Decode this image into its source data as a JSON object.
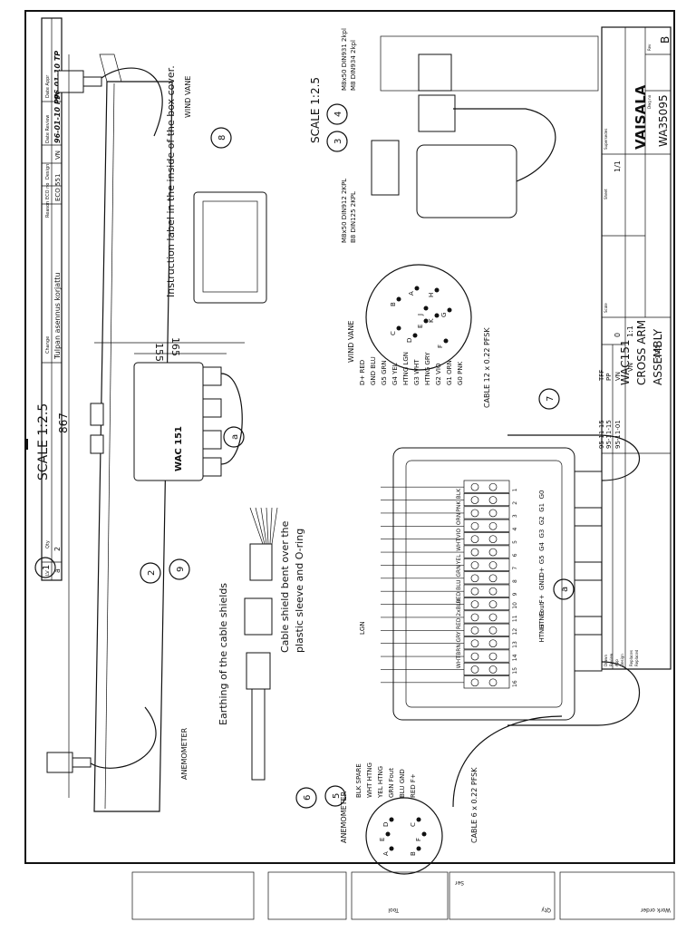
{
  "title_block": {
    "company": "VAISALA",
    "title": "WAC151",
    "subtitle_1": "CROSS ARM",
    "subtitle_2": "ASSEMBLY",
    "drawing_no": "WA35095",
    "rev": "B",
    "sheet": "1/1",
    "scale": "1:1",
    "weight": "0",
    "dates": [
      "95-11-01",
      "95-11-15",
      "95-11-15"
    ],
    "initials": [
      "VN",
      "PP",
      "TFF"
    ],
    "drawn_by": "VN",
    "misc": "1:25",
    "labels": [
      "Drawn",
      "Review",
      "App",
      "Design",
      "Replaces",
      "Replaced",
      "Sheet",
      "Scale",
      "Dwg no",
      "Rev",
      "Supersedes"
    ]
  },
  "revision_block": {
    "headers": [
      "LV",
      "Qty",
      "Change",
      "Reason",
      "ECO no",
      "Design",
      "Date Review",
      "Date Appr"
    ],
    "row": [
      "a",
      "2",
      "Tulpan asennus korjattu",
      "",
      "ECO 551",
      "VN",
      "96-01-10 PP",
      "96-01-10 TP"
    ]
  },
  "views": {
    "main_scale": "SCALE 1:2.5",
    "top_scale": "SCALE 1:2.5",
    "dim_length": "867",
    "dim_width1": "165",
    "dim_width2": "155",
    "wind_vane_label": "WIND VANE",
    "anemometer_label": "ANEMOMETER",
    "box_brand": "WAC 151",
    "instruction_note": "Instruction label in the inside of the box cover.",
    "earthing_note": "Earthing of the cable shields",
    "shield_note_1": "Cable shield bent over the",
    "shield_note_2": "plastic sleeve and O-ring",
    "bolts_1": "M8x50 DIN931 2kpl",
    "bolts_2": "M8 DIN934 2kpl",
    "bolts_3": "M8x50 DIN912 2KPL",
    "bolts_4": "B8 DIN125 2KPL"
  },
  "balloons": [
    "1",
    "2",
    "3",
    "4",
    "5",
    "6",
    "7",
    "8",
    "9",
    "a",
    "a"
  ],
  "wind_vane_connector": {
    "title": "WIND VANE",
    "pins": [
      "A",
      "B",
      "C",
      "D",
      "E",
      "F",
      "G",
      "H",
      "J",
      "K"
    ],
    "wires": [
      "D+ RED",
      "GND BLU",
      "G5 GRN",
      "G4 YEL",
      "HTNG LGN",
      "G3 WHT",
      "HTNG GRY",
      "G2 VIO",
      "G1 ORN",
      "G0 PNK"
    ],
    "cable": "CABLE 12 x 0.22 PFSK"
  },
  "anemometer_connector": {
    "title": "ANEMOMETER",
    "pins": [
      "A",
      "B",
      "C",
      "D",
      "E",
      "F"
    ],
    "wires": [
      "BLK SPARE",
      "WHT HTNG",
      "YEL HTNG",
      "GRN Fout",
      "BLU GND",
      "RED F+"
    ],
    "cable": "CABLE 6 x 0.22 PFSK"
  },
  "terminal_block": {
    "left_colors": [
      "BLK",
      "PNK",
      "ORN",
      "VIO",
      "WHT",
      "YEL",
      "GRN",
      "BLU",
      "RED",
      "2xBLU",
      "RED",
      "GRY",
      "BRN",
      "WHT"
    ],
    "right_signals": [
      "G0",
      "G1",
      "G2",
      "G3",
      "G4",
      "G5",
      "D+",
      "GND",
      "F+",
      "Fout",
      "HTNG",
      "HTNG"
    ],
    "numbers": [
      "1",
      "2",
      "3",
      "4",
      "5",
      "6",
      "7",
      "8",
      "9",
      "10",
      "11",
      "12",
      "13",
      "14",
      "15",
      "16"
    ],
    "lgn_label": "LGN"
  },
  "footer_stamps": [
    "Tool",
    "Qty",
    "Work order",
    "Ser"
  ]
}
